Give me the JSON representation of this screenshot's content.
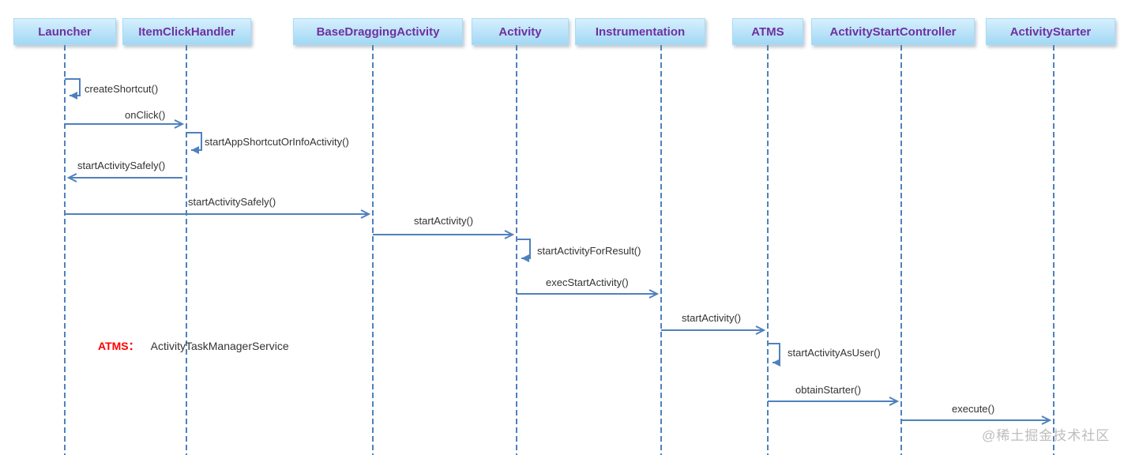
{
  "actors": [
    {
      "label": "Launcher"
    },
    {
      "label": "ItemClickHandler"
    },
    {
      "label": "BaseDraggingActivity"
    },
    {
      "label": "Activity"
    },
    {
      "label": "Instrumentation"
    },
    {
      "label": "ATMS"
    },
    {
      "label": "ActivityStartController"
    },
    {
      "label": "ActivityStarter"
    }
  ],
  "messages": [
    {
      "label": "createShortcut()",
      "type": "self",
      "from": "Launcher",
      "to": "Launcher"
    },
    {
      "label": "onClick()",
      "type": "call",
      "from": "Launcher",
      "to": "ItemClickHandler"
    },
    {
      "label": "startAppShortcutOrInfoActivity()",
      "type": "self",
      "from": "ItemClickHandler",
      "to": "ItemClickHandler"
    },
    {
      "label": "startActivitySafely()",
      "type": "call",
      "from": "ItemClickHandler",
      "to": "Launcher"
    },
    {
      "label": "startActivitySafely()",
      "type": "call",
      "from": "Launcher",
      "to": "BaseDraggingActivity"
    },
    {
      "label": "startActivity()",
      "type": "call",
      "from": "BaseDraggingActivity",
      "to": "Activity"
    },
    {
      "label": "startActivityForResult()",
      "type": "self",
      "from": "Activity",
      "to": "Activity"
    },
    {
      "label": "execStartActivity()",
      "type": "call",
      "from": "Activity",
      "to": "Instrumentation"
    },
    {
      "label": "startActivity()",
      "type": "call",
      "from": "Instrumentation",
      "to": "ATMS"
    },
    {
      "label": "startActivityAsUser()",
      "type": "self",
      "from": "ATMS",
      "to": "ATMS"
    },
    {
      "label": "obtainStarter()",
      "type": "call",
      "from": "ATMS",
      "to": "ActivityStartController"
    },
    {
      "label": "execute()",
      "type": "call",
      "from": "ActivityStartController",
      "to": "ActivityStarter"
    }
  ],
  "note": {
    "term": "ATMS：",
    "definition": "ActivityTaskManagerService"
  },
  "watermark": "@稀土掘金技术社区",
  "colors": {
    "arrow": "#4f81bd",
    "lifeline": "#4f81bd",
    "actor_text": "#7030a0",
    "actor_box_top": "#d6f0fe",
    "actor_box_bottom": "#a2d8f4",
    "actor_box_border": "#aadcf6",
    "message_text": "#333333",
    "note_term": "#ff0000",
    "watermark": "#bdbdbd"
  }
}
